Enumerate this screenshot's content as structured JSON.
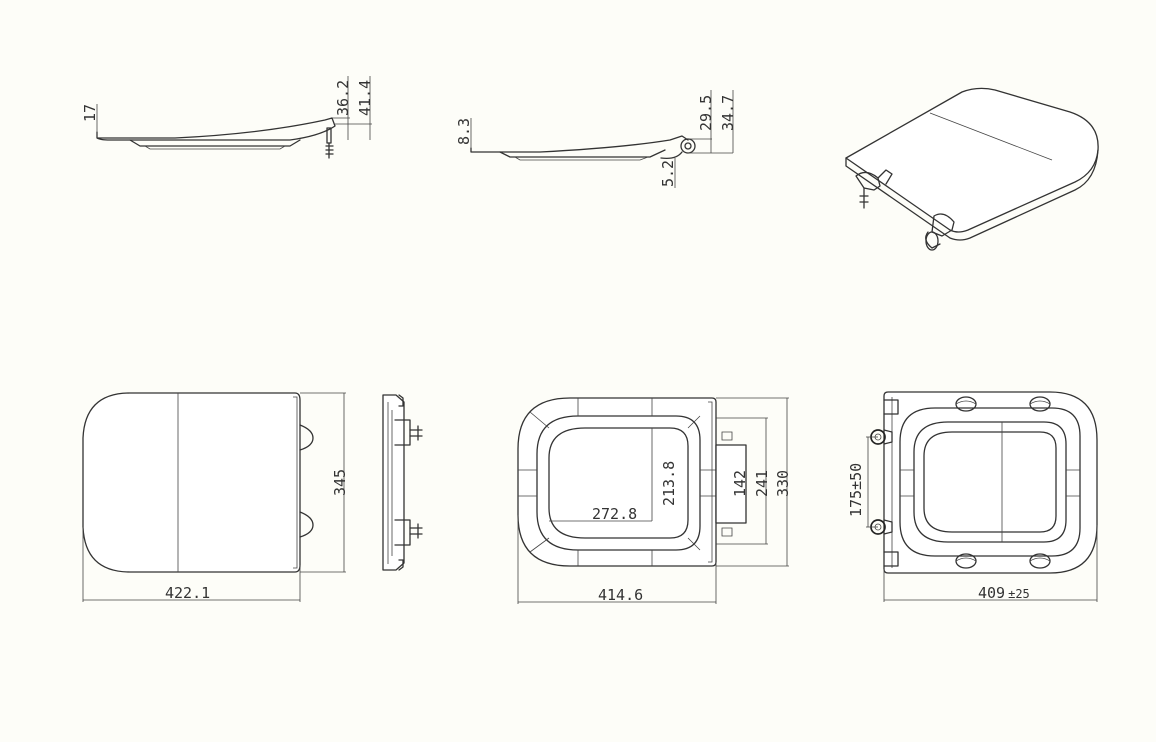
{
  "dimensions": {
    "side_view_seat": {
      "height": "17",
      "hinge_height_1": "36.2",
      "hinge_height_2": "41.4"
    },
    "side_view_lid": {
      "height": "8.3",
      "hinge_height_1": "29.5",
      "hinge_height_2": "34.7",
      "hinge_offset": "5.2"
    },
    "top_view": {
      "width": "345",
      "length": "422.1"
    },
    "bottom_view": {
      "inner_width": "213.8",
      "inner_length": "272.8",
      "hinge_span": "142",
      "mount_span": "241",
      "overall_width": "330",
      "overall_length": "414.6"
    },
    "fixing_view": {
      "fixing_spacing": "175±50",
      "length": "409",
      "length_tolerance": "±25"
    }
  },
  "colors": {
    "background": "#fdfdf8",
    "line": "#333333"
  }
}
